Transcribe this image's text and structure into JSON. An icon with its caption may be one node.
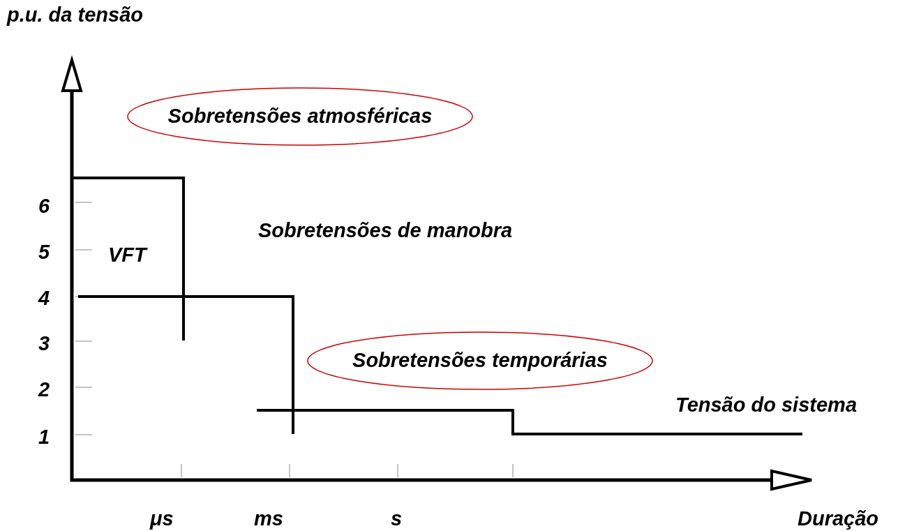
{
  "diagram": {
    "nodes": [
      {
        "text": [
          "Sobretensões atmosféricas"
        ]
      },
      {
        "text": [
          "Sobretensões temporárias"
        ]
      }
    ],
    "labels": [
      "p.u. da tensão",
      "6",
      "Sobretensões de manobra",
      "5",
      "VFT",
      "4",
      "3",
      "2",
      "Tensão do sistema",
      "1",
      "μs",
      "ms",
      "s",
      "Duração"
    ]
  }
}
